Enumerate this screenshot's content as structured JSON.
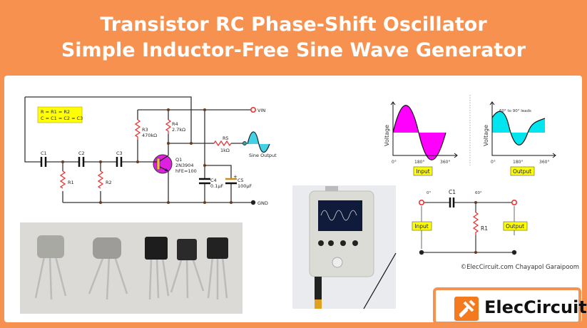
{
  "title": {
    "line1": "Transistor RC Phase-Shift Oscillator",
    "line2": "Simple Inductor-Free Sine Wave Generator"
  },
  "schematic": {
    "note_line1": "R = R1 = R2",
    "note_line2": "C = C1 = C2 = C3",
    "c1": "C1",
    "c2": "C2",
    "c3": "C3",
    "r1": "R1",
    "r2": "R2",
    "r3": "R3",
    "r3_value": "470kΩ",
    "r4": "R4",
    "r4_value": "2.7kΩ",
    "r5": "R5",
    "r5_value": "1kΩ",
    "q1": "Q1",
    "q1_part": "2N3904",
    "q1_hfe": "hFE=100",
    "c4": "C4",
    "c4_value": "0.1µF",
    "c5": "C5",
    "c5_value": "100µF",
    "vin": "VIN",
    "gnd": "GND",
    "sine_output": "Sine Output"
  },
  "graphs": {
    "ylabel": "Voltage",
    "x_ticks": [
      "0°",
      "180°",
      "360°"
    ],
    "input_label": "Input",
    "output_label": "Output",
    "lead_note": "60° to 90° leads",
    "colors": {
      "input": "#ff00ff",
      "output": "#00e5ee"
    }
  },
  "rc_diagram": {
    "c1": "C1",
    "r1": "R1",
    "angle_in": "0°",
    "angle_out": "60°",
    "input_label": "Input",
    "output_label": "Output"
  },
  "copyright": "©ElecCircuit.com Chayapol Garaipoom",
  "logo": {
    "text": "ElecCircuit"
  },
  "colors": {
    "brand": "#f6914f",
    "note_bg": "#ffff00"
  }
}
